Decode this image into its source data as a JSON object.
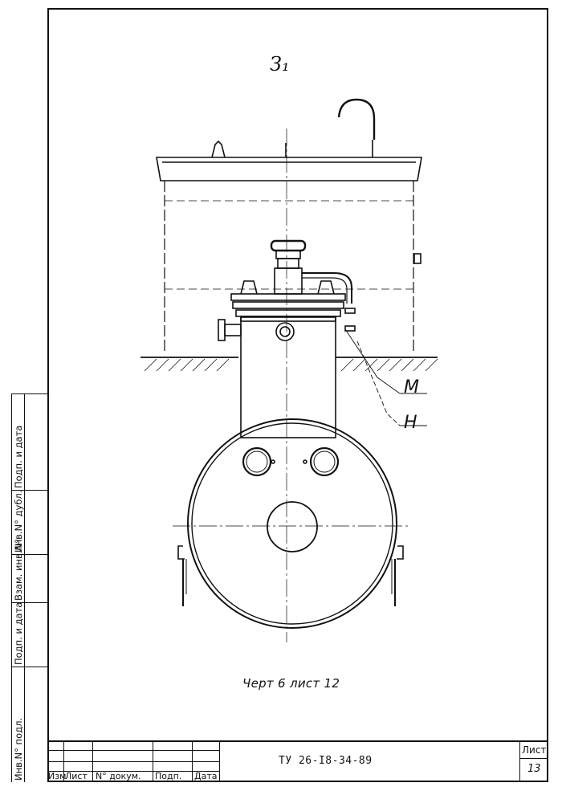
{
  "sheet": {
    "drawing_number": "З₁",
    "caption": "Черт 6 лист 12",
    "leader_labels": [
      "М",
      "Н"
    ],
    "document_code": "ТУ 26-I8-34-89",
    "sheet_label": "Лист",
    "sheet_number": "13"
  },
  "title_block": {
    "columns": [
      "Изм",
      "Лист",
      "N° докум.",
      "Подп.",
      "Дата"
    ]
  },
  "side_stamp": {
    "fields": [
      "Инв.N° подл.",
      "Подп. и дата",
      "Взам. инв.N°",
      "Инв.N° дубл.",
      "Подп. и дата"
    ]
  }
}
